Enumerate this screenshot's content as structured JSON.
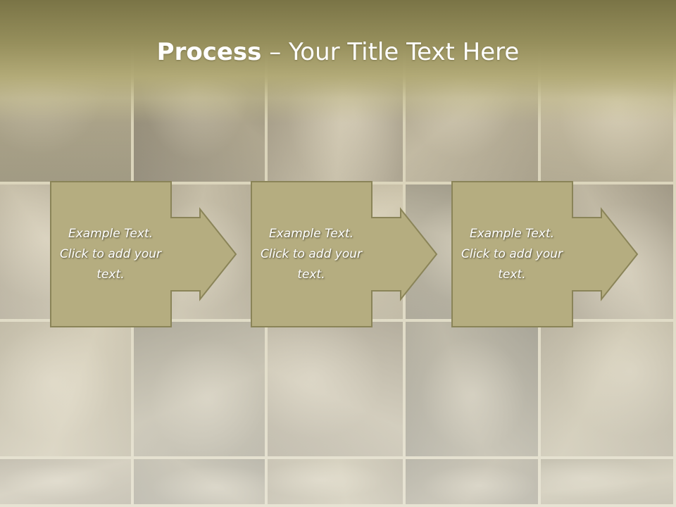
{
  "title": {
    "bold_part": "Process",
    "separator": " – ",
    "rest": "Your Title Text Here"
  },
  "steps": [
    {
      "text": "Example Text. Click  to add your text."
    },
    {
      "text": "Example Text. Click  to add your text."
    },
    {
      "text": "Example Text. Click  to add your text."
    }
  ],
  "colors": {
    "title_band": "#8f8957",
    "step_fill": "#b5ad80",
    "step_border": "#8a8458",
    "text": "#ffffff"
  },
  "collage": {
    "description_icons": [
      "fashion-photo-tile"
    ]
  }
}
